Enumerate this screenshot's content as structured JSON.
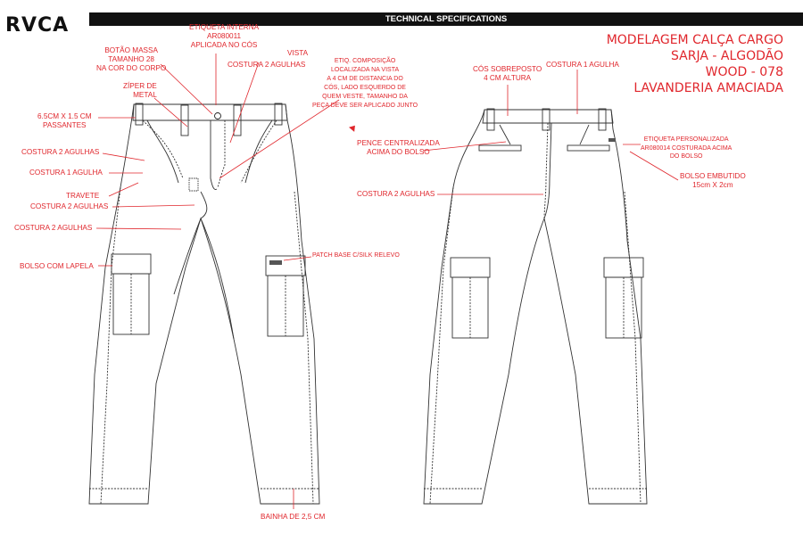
{
  "header": {
    "brand_logo": "RVCA",
    "title": "TECHNICAL SPECIFICATIONS"
  },
  "spec_block": {
    "line1": "MODELAGEM CALÇA CARGO",
    "line2": "SARJA - ALGODÃO",
    "line3": "WOOD - 078",
    "line4": "LAVANDERIA AMACIADA"
  },
  "front_labels": {
    "etiqueta_interna_1": "ETIQUETA INTERNA",
    "etiqueta_interna_2": "AR080011",
    "etiqueta_interna_3": "APLICADA NO CÓS",
    "botao_1": "BOTÃO MASSA",
    "botao_2": "TAMANHO 28",
    "botao_3": "NA COR DO CORPO",
    "vista": "VISTA",
    "costura_2_agulhas_top": "COSTURA 2 AGULHAS",
    "ziper_1": "ZÍPER DE",
    "ziper_2": "METAL",
    "passantes_1": "6.5CM X 1.5 CM",
    "passantes_2": "PASSANTES",
    "costura_2_agulhas_a": "COSTURA 2 AGULHAS",
    "costura_1_agulha": "COSTURA 1 AGULHA",
    "travete": "TRAVETE",
    "costura_2_agulhas_b": "COSTURA 2 AGULHAS",
    "costura_2_agulhas_c": "COSTURA 2 AGULHAS",
    "bolso_com_lapela": "BOLSO COM LAPELA",
    "etiq_comp_1": "ETIQ. COMPOSIÇÃO",
    "etiq_comp_2": "LOCALIZADA NA VISTA",
    "etiq_comp_3": "A 4 CM DE DISTANCIA DO",
    "etiq_comp_4": "CÓS, LADO ESQUERDO DE",
    "etiq_comp_5": "QUEM VESTE, TAMANHO DA",
    "etiq_comp_6": "PEÇA DEVE SER APLICADO JUNTO",
    "patch": "PATCH BASE C/SILK RELEVO",
    "bainha": "BAINHA DE 2,5 CM"
  },
  "back_labels": {
    "cos_1": "CÓS SOBREPOSTO",
    "cos_2": "4 CM ALTURA",
    "costura_1_agulha": "COSTURA 1 AGULHA",
    "pence_1": "PENCE CENTRALIZADA",
    "pence_2": "ACIMA DO BOLSO",
    "costura_2_agulhas": "COSTURA 2 AGULHAS",
    "etiqueta_pers_1": "ETIQUETA PERSONALIZADA",
    "etiqueta_pers_2": "AR080014 COSTURADA ACIMA",
    "etiqueta_pers_3": "DO BOLSO",
    "bolso_embutido_1": "BOLSO EMBUTIDO",
    "bolso_embutido_2": "15cm X 2cm"
  },
  "colors": {
    "annotation": "#e0262c",
    "line_art": "#333333",
    "header_bar": "#111111"
  }
}
